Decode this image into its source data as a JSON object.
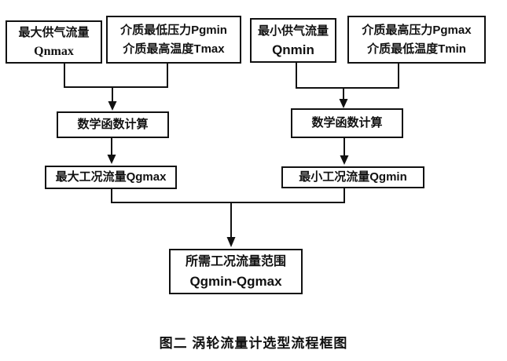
{
  "caption": "图二  涡轮流量计选型流程框图",
  "colors": {
    "background": "#ffffff",
    "line": "#111111",
    "text": "#111111"
  },
  "nodes": {
    "qnmax": {
      "lines": [
        "最大供气流量",
        "Qnmax"
      ]
    },
    "pgmin_tmax": {
      "lines": [
        "介质最低压力Pgmin",
        "介质最高温度Tmax"
      ]
    },
    "qnmin": {
      "lines": [
        "最小供气流量",
        "Qnmin"
      ]
    },
    "pgmax_tmin": {
      "lines": [
        "介质最高压力Pgmax",
        "介质最低温度Tmin"
      ]
    },
    "calc_left": {
      "label": "数学函数计算"
    },
    "calc_right": {
      "label": "数学函数计算"
    },
    "qgmax": {
      "label": "最大工况流量Qgmax"
    },
    "qgmin": {
      "label": "最小工况流量Qgmin"
    },
    "range": {
      "lines": [
        "所需工况流量范围",
        "Qgmin-Qgmax"
      ]
    }
  },
  "edges": [
    {
      "from": [
        "qnmax",
        "pgmin_tmax"
      ],
      "to": "calc_left"
    },
    {
      "from": [
        "qnmin",
        "pgmax_tmin"
      ],
      "to": "calc_right"
    },
    {
      "from": [
        "calc_left"
      ],
      "to": "qgmax"
    },
    {
      "from": [
        "calc_right"
      ],
      "to": "qgmin"
    },
    {
      "from": [
        "qgmax",
        "qgmin"
      ],
      "to": "range"
    }
  ]
}
